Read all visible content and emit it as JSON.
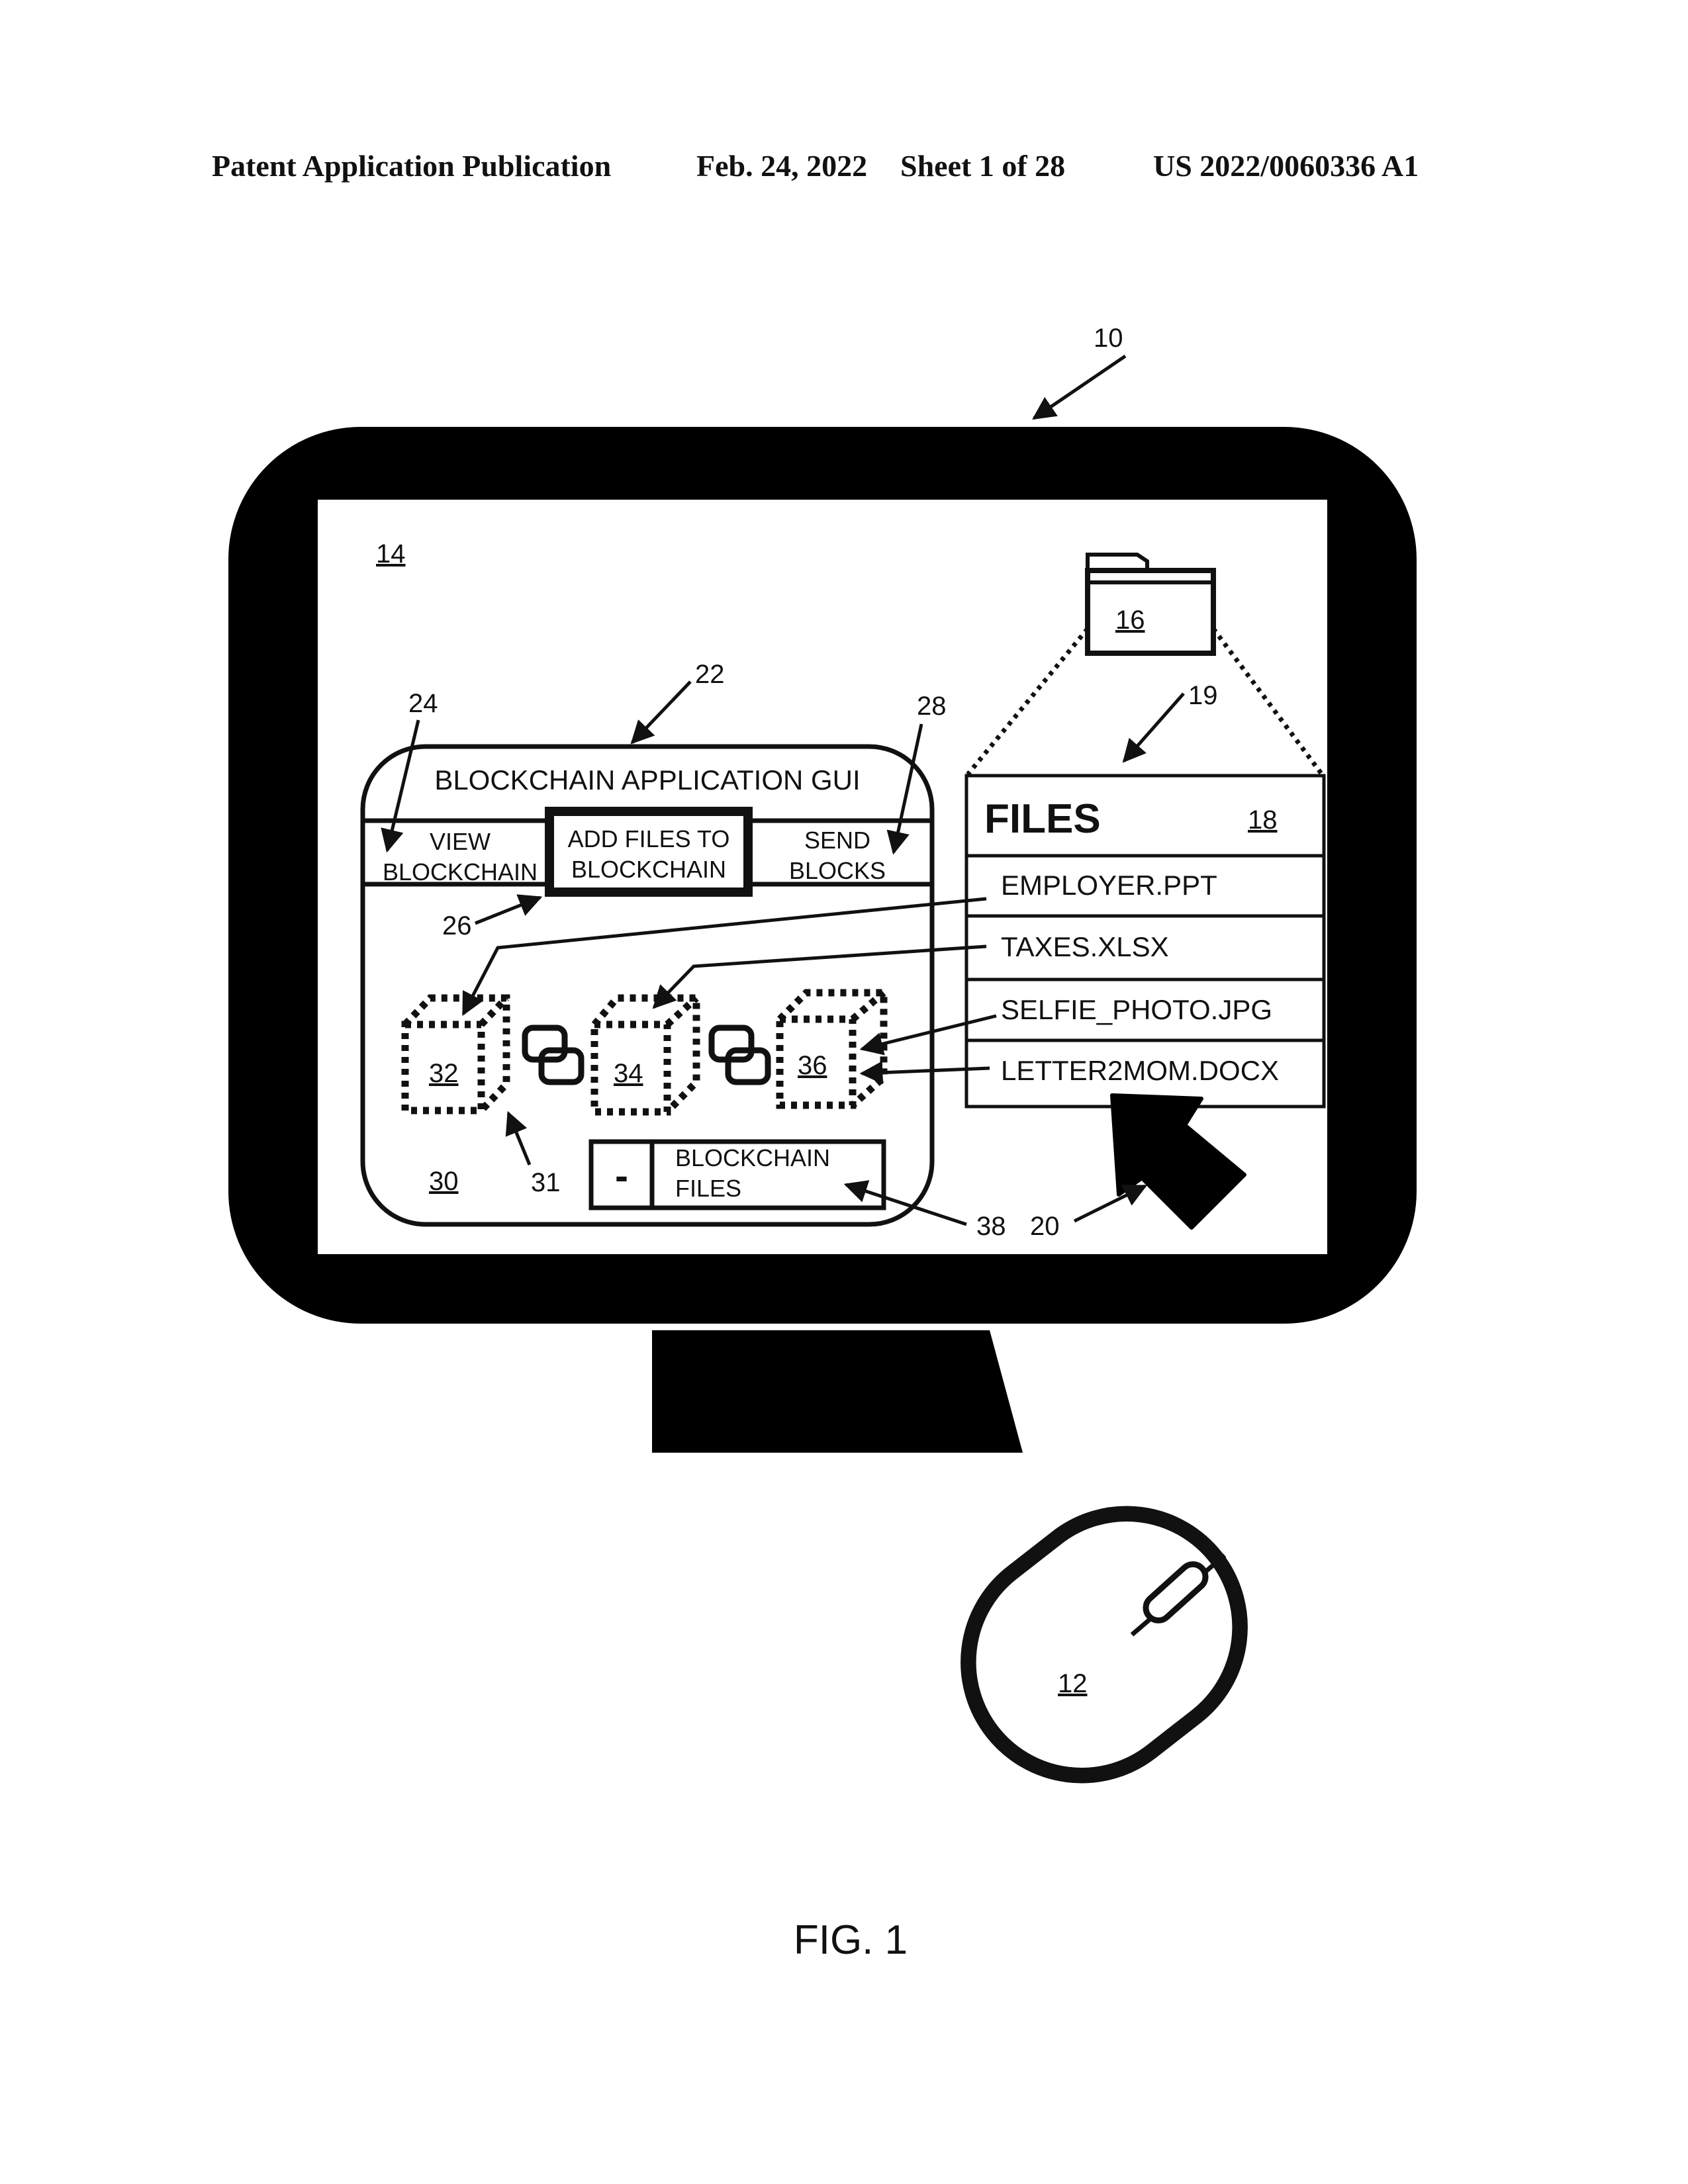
{
  "header": {
    "publication": "Patent Application Publication",
    "date": "Feb. 24, 2022",
    "sheet": "Sheet 1 of 28",
    "number": "US 2022/0060336 A1"
  },
  "refs": {
    "system": "10",
    "mouse": "12",
    "display": "14",
    "folder": "16",
    "files_window": "18",
    "files_window_arrow": "19",
    "cursor": "20",
    "gui": "22",
    "view_tab": "24",
    "add_tab": "26",
    "send_tab": "28",
    "blockchain_area": "30",
    "chain_link": "31",
    "block_a": "32",
    "block_b": "34",
    "block_c": "36",
    "files_button": "38"
  },
  "gui": {
    "title": "BLOCKCHAIN APPLICATION GUI",
    "tab_view_line1": "VIEW",
    "tab_view_line2": "BLOCKCHAIN",
    "tab_add_line1": "ADD FILES TO",
    "tab_add_line2": "BLOCKCHAIN",
    "tab_send_line1": "SEND",
    "tab_send_line2": "BLOCKS",
    "files_button_symbol": "-",
    "files_button_line1": "BLOCKCHAIN",
    "files_button_line2": "FILES"
  },
  "files_window": {
    "title": "FILES",
    "items": [
      "EMPLOYER.PPT",
      "TAXES.XLSX",
      "SELFIE_PHOTO.JPG",
      "LETTER2MOM.DOCX"
    ]
  },
  "figure_label": "FIG. 1"
}
